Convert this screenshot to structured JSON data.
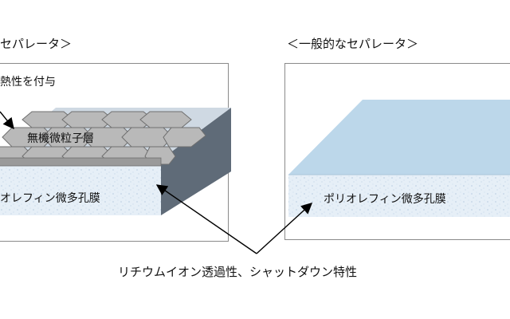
{
  "left": {
    "heading": "セパレータ＞",
    "property": "熱性を付与",
    "layer_top": "無機微粒子層",
    "layer_bottom": "オレフィン微多孔膜"
  },
  "right": {
    "heading": "＜一般的なセパレータ＞",
    "layer": "ポリオレフィン微多孔膜"
  },
  "shared_caption": "リチウムイオン透過性、シャットダウン特性",
  "colors": {
    "separator_top": "#bcd7ea",
    "separator_front": "#e4eef7",
    "separator_side": "#5f6b78",
    "particle": "#b9b9b9",
    "particle_edge": "#6f6f6f"
  }
}
